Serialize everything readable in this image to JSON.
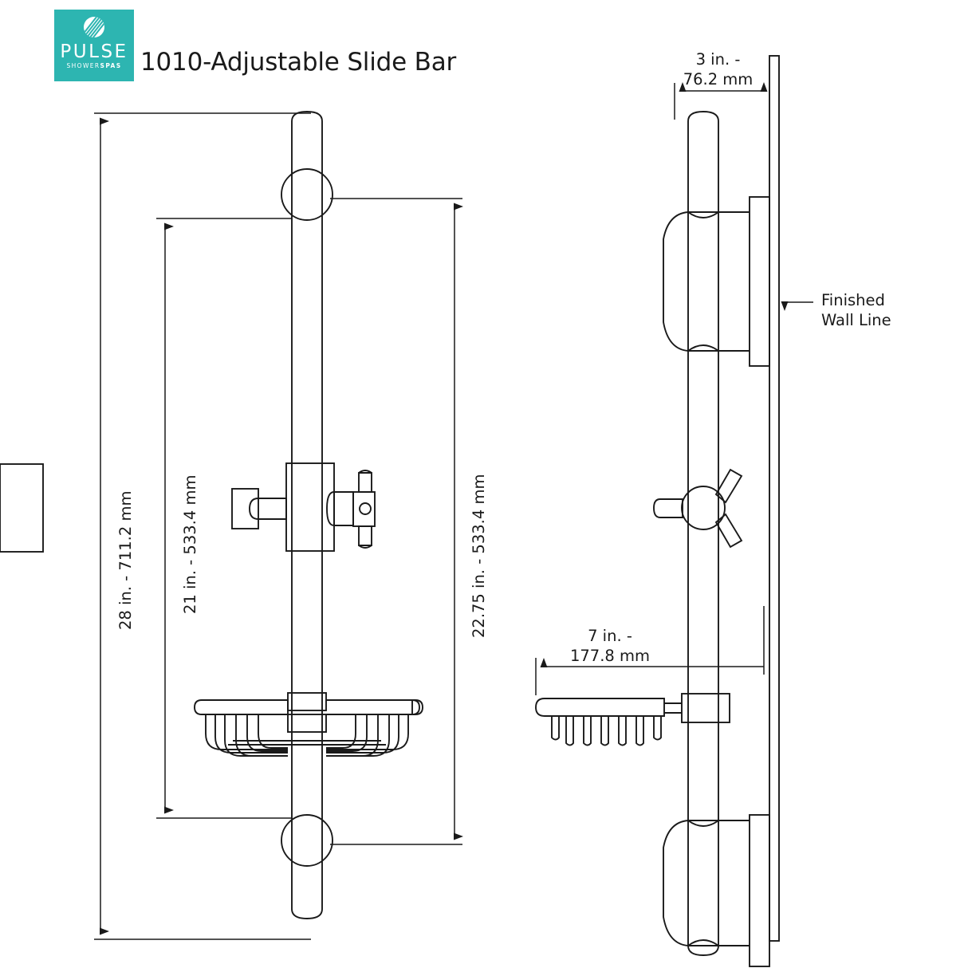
{
  "brand": {
    "name": "PULSE",
    "tagline_part1": "SHOWER",
    "tagline_part2": "SPAS",
    "color": "#2db5b1",
    "icon": "showerhead-icon"
  },
  "title": "1010-Adjustable Slide Bar",
  "drawing": {
    "type": "technical-dimension-drawing",
    "views": [
      "front-elevation",
      "side-elevation"
    ],
    "line_color": "#1a1a1a"
  },
  "dimensions": {
    "overall_height": {
      "label": "28 in. - 711.2 mm",
      "inches": 28,
      "mm": 711.2,
      "orientation": "vertical",
      "view": "front-elevation",
      "note": "overall bar length, leftmost dimension"
    },
    "upper_travel": {
      "label": "21 in. - 533.4 mm",
      "inches": 21,
      "mm": 533.4,
      "orientation": "vertical",
      "view": "front-elevation",
      "note": "inner dimension from top bracket to basket"
    },
    "bracket_spacing": {
      "label": "22.75 in. - 533.4 mm",
      "inches": 22.75,
      "mm": 533.4,
      "orientation": "vertical",
      "view": "front-elevation",
      "note": "right-side dimension, bracket centre to bracket centre"
    },
    "wall_projection": {
      "label_line1": "3 in. -",
      "label_line2": "76.2 mm",
      "inches": 3,
      "mm": 76.2,
      "orientation": "horizontal",
      "view": "side-elevation",
      "note": "projection of bracket from finished wall"
    },
    "basket_projection": {
      "label_line1": "7 in. -",
      "label_line2": "177.8 mm",
      "inches": 7,
      "mm": 177.8,
      "orientation": "horizontal",
      "view": "side-elevation",
      "note": "projection of soap basket from finished wall"
    }
  },
  "annotations": {
    "finished_wall": {
      "line1": "Finished",
      "line2": "Wall Line",
      "leader": "arrow-left"
    }
  }
}
